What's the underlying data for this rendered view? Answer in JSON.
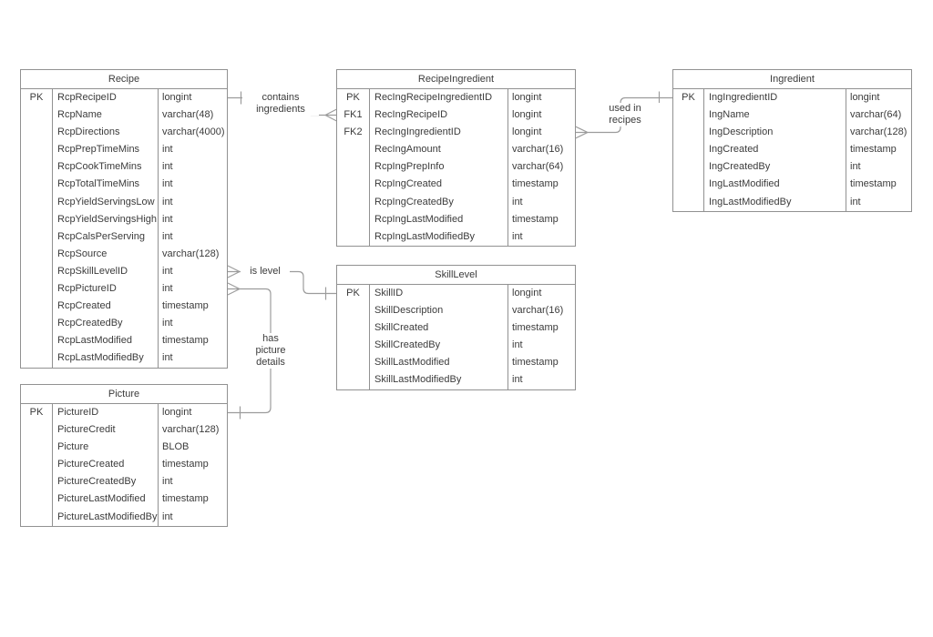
{
  "diagram": {
    "kind": "entity-relationship-diagram",
    "colors": {
      "background": "#ffffff",
      "table_border": "#919191",
      "connector_line": "#9c9c9c",
      "text": "#3b3b3b"
    }
  },
  "tables": [
    {
      "id": "recipe",
      "title": "Recipe",
      "rows": [
        {
          "key": "PK",
          "name": "RcpRecipeID",
          "type": "longint"
        },
        {
          "key": "",
          "name": "RcpName",
          "type": "varchar(48)"
        },
        {
          "key": "",
          "name": "RcpDirections",
          "type": "varchar(4000)"
        },
        {
          "key": "",
          "name": "RcpPrepTimeMins",
          "type": "int"
        },
        {
          "key": "",
          "name": "RcpCookTimeMins",
          "type": "int"
        },
        {
          "key": "",
          "name": "RcpTotalTimeMins",
          "type": "int"
        },
        {
          "key": "",
          "name": "RcpYieldServingsLow",
          "type": "int"
        },
        {
          "key": "",
          "name": "RcpYieldServingsHigh",
          "type": "int"
        },
        {
          "key": "",
          "name": "RcpCalsPerServing",
          "type": "int"
        },
        {
          "key": "",
          "name": "RcpSource",
          "type": "varchar(128)"
        },
        {
          "key": "",
          "name": "RcpSkillLevelID",
          "type": "int"
        },
        {
          "key": "",
          "name": "RcpPictureID",
          "type": "int"
        },
        {
          "key": "",
          "name": "RcpCreated",
          "type": "timestamp"
        },
        {
          "key": "",
          "name": "RcpCreatedBy",
          "type": "int"
        },
        {
          "key": "",
          "name": "RcpLastModified",
          "type": "timestamp"
        },
        {
          "key": "",
          "name": "RcpLastModifiedBy",
          "type": "int"
        }
      ]
    },
    {
      "id": "recipe-ingredient",
      "title": "RecipeIngredient",
      "rows": [
        {
          "key": "PK",
          "name": "RecIngRecipeIngredientID",
          "type": "longint"
        },
        {
          "key": "FK1",
          "name": "RecIngRecipeID",
          "type": "longint"
        },
        {
          "key": "FK2",
          "name": "RecIngIngredientID",
          "type": "longint"
        },
        {
          "key": "",
          "name": "RecIngAmount",
          "type": "varchar(16)"
        },
        {
          "key": "",
          "name": "RcpIngPrepInfo",
          "type": "varchar(64)"
        },
        {
          "key": "",
          "name": "RcpIngCreated",
          "type": "timestamp"
        },
        {
          "key": "",
          "name": "RcpIngCreatedBy",
          "type": "int"
        },
        {
          "key": "",
          "name": "RcpIngLastModified",
          "type": "timestamp"
        },
        {
          "key": "",
          "name": "RcpIngLastModifiedBy",
          "type": "int"
        }
      ]
    },
    {
      "id": "ingredient",
      "title": "Ingredient",
      "rows": [
        {
          "key": "PK",
          "name": "IngIngredientID",
          "type": "longint"
        },
        {
          "key": "",
          "name": "IngName",
          "type": "varchar(64)"
        },
        {
          "key": "",
          "name": "IngDescription",
          "type": "varchar(128)"
        },
        {
          "key": "",
          "name": "IngCreated",
          "type": "timestamp"
        },
        {
          "key": "",
          "name": "IngCreatedBy",
          "type": "int"
        },
        {
          "key": "",
          "name": "IngLastModified",
          "type": "timestamp"
        },
        {
          "key": "",
          "name": "IngLastModifiedBy",
          "type": "int"
        }
      ]
    },
    {
      "id": "skill-level",
      "title": "SkillLevel",
      "rows": [
        {
          "key": "PK",
          "name": "SkillID",
          "type": "longint"
        },
        {
          "key": "",
          "name": "SkillDescription",
          "type": "varchar(16)"
        },
        {
          "key": "",
          "name": "SkillCreated",
          "type": "timestamp"
        },
        {
          "key": "",
          "name": "SkillCreatedBy",
          "type": "int"
        },
        {
          "key": "",
          "name": "SkillLastModified",
          "type": "timestamp"
        },
        {
          "key": "",
          "name": "SkillLastModifiedBy",
          "type": "int"
        }
      ]
    },
    {
      "id": "picture",
      "title": "Picture",
      "rows": [
        {
          "key": "PK",
          "name": "PictureID",
          "type": "longint"
        },
        {
          "key": "",
          "name": "PictureCredit",
          "type": "varchar(128)"
        },
        {
          "key": "",
          "name": "Picture",
          "type": "BLOB"
        },
        {
          "key": "",
          "name": "PictureCreated",
          "type": "timestamp"
        },
        {
          "key": "",
          "name": "PictureCreatedBy",
          "type": "int"
        },
        {
          "key": "",
          "name": "PictureLastModified",
          "type": "timestamp"
        },
        {
          "key": "",
          "name": "PictureLastModifiedBy",
          "type": "int"
        }
      ]
    }
  ],
  "relationships": [
    {
      "id": "contains-ingredients",
      "label": "contains\ningredients",
      "from_table": "Recipe",
      "from_field": "RcpRecipeID",
      "from_cardinality": "one",
      "to_table": "RecipeIngredient",
      "to_field": "RecIngRecipeID",
      "to_cardinality": "many"
    },
    {
      "id": "used-in-recipes",
      "label": "used in\nrecipes",
      "from_table": "RecipeIngredient",
      "from_field": "RecIngIngredientID",
      "from_cardinality": "many",
      "to_table": "Ingredient",
      "to_field": "IngIngredientID",
      "to_cardinality": "one"
    },
    {
      "id": "is-level",
      "label": "is level",
      "from_table": "Recipe",
      "from_field": "RcpSkillLevelID",
      "from_cardinality": "many",
      "to_table": "SkillLevel",
      "to_field": "SkillID",
      "to_cardinality": "one"
    },
    {
      "id": "has-picture-details",
      "label": "has\npicture\ndetails",
      "from_table": "Recipe",
      "from_field": "RcpPictureID",
      "from_cardinality": "many",
      "to_table": "Picture",
      "to_field": "PictureID",
      "to_cardinality": "one"
    }
  ]
}
